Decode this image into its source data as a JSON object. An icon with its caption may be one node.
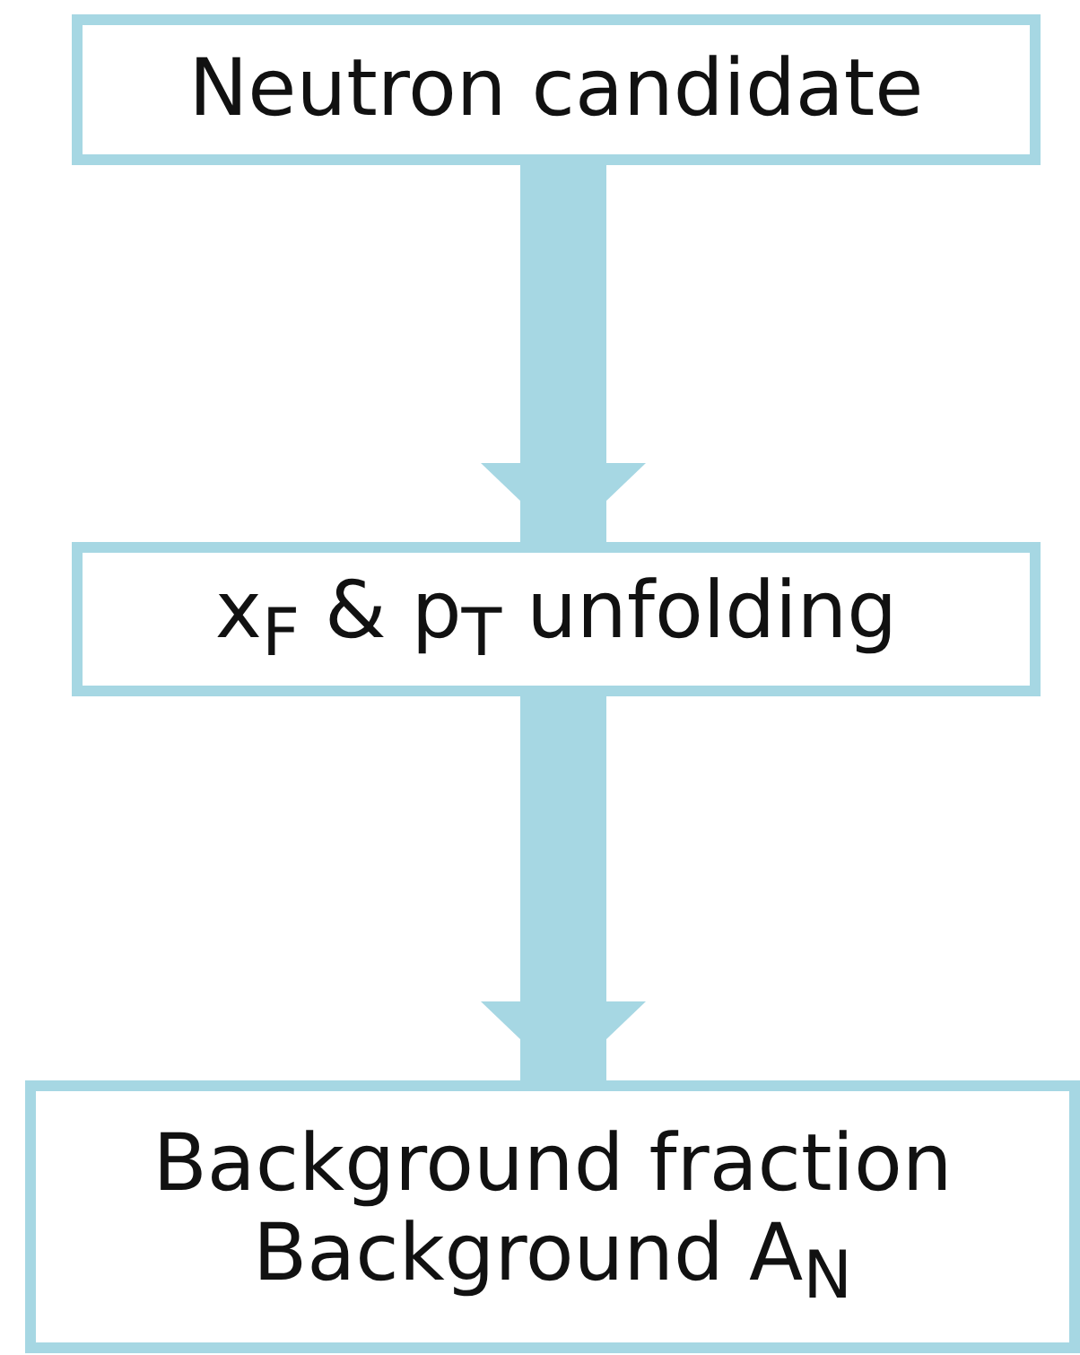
{
  "diagram": {
    "nodes": [
      {
        "text": [
          "Neutron candidate"
        ]
      },
      {
        "text": [
          "x$_{F}$ & p$_{T}$ unfolding"
        ]
      },
      {
        "text": [
          "Background fraction",
          "Background A$_{N}$"
        ]
      }
    ],
    "edges": [
      {
        "from": 0,
        "to": 1,
        "arrow": "to"
      },
      {
        "from": 1,
        "to": 2,
        "arrow": "to"
      }
    ]
  }
}
